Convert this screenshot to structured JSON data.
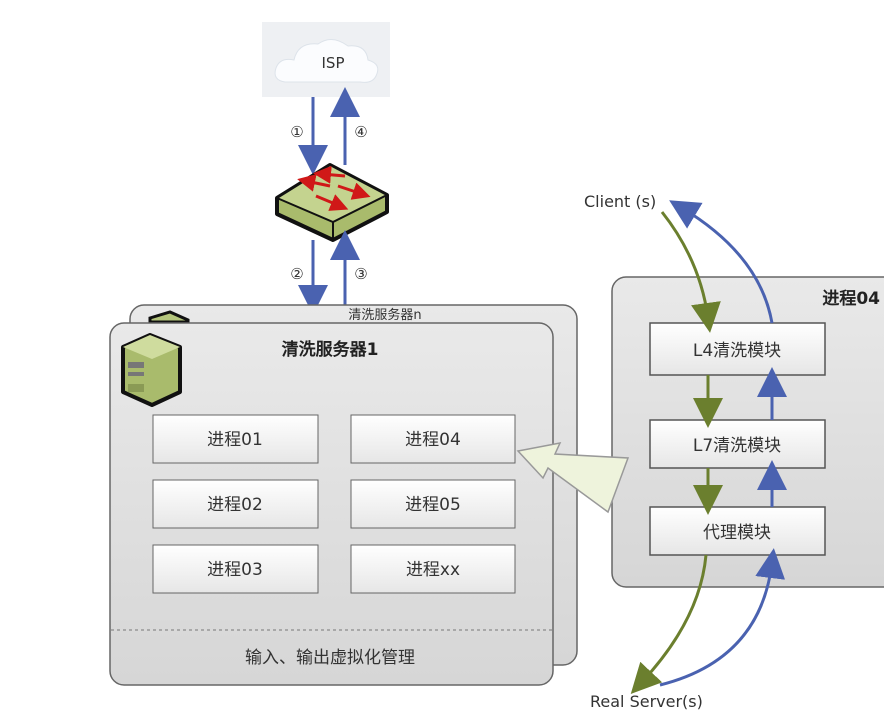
{
  "isp": {
    "label": "ISP"
  },
  "steps": {
    "s1": "①",
    "s2": "②",
    "s3": "③",
    "s4": "④"
  },
  "server_back": {
    "title": "清洗服务器n"
  },
  "server_front": {
    "title": "清洗服务器1",
    "processes": [
      "进程01",
      "进程04",
      "进程02",
      "进程05",
      "进程03",
      "进程xx"
    ],
    "footer": "输入、输出虚拟化管理"
  },
  "process_detail": {
    "title": "进程04",
    "modules": [
      "L4清洗模块",
      "L7清洗模块",
      "代理模块"
    ]
  },
  "client_label": "Client (s)",
  "real_server_label": "Real Server(s)",
  "colors": {
    "blue_arrow": "#4a62b0",
    "green_arrow": "#6b7f2e",
    "switch_green": "#b5c67d",
    "panel": "#dedede"
  }
}
